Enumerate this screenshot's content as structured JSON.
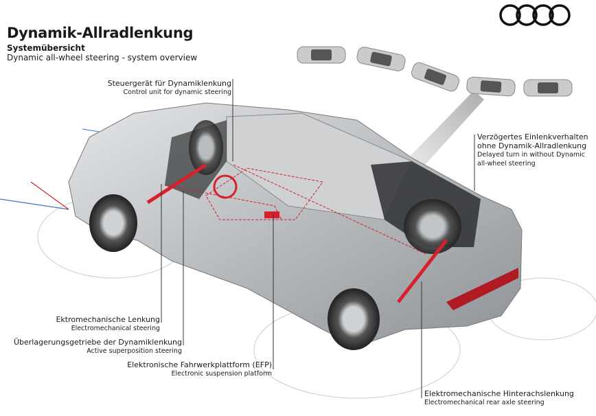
{
  "header": {
    "title": "Dynamik-Allradlenkung",
    "subtitle_de": "Systemübersicht",
    "subtitle_en": "Dynamic all-wheel steering - system overview"
  },
  "labels": {
    "control_unit": {
      "de": "Steuergerät für Dynamiklenkung",
      "en": "Control unit for dynamic steering"
    },
    "delayed_turn": {
      "de1": "Verzögertes Einlenkverhalten",
      "de2": "ohne Dynamik-Allradlenkung",
      "en1": "Delayed turn in without Dynamic",
      "en2": "all-wheel steering"
    },
    "em_steering": {
      "de": "Ektromechanische Lenkung",
      "en": "Electromechanical steering"
    },
    "superposition": {
      "de": "Überlagerungsgetriebe der Dynamiklenkung",
      "en": "Active superposition steering"
    },
    "efp": {
      "de": "Elektronische Fahrwerkplattform (EFP)",
      "en": "Electronic suspension platform"
    },
    "rear_axle": {
      "de": "Elektromechanische Hinterachslenkung",
      "en": "Electromechanical rear axle steering"
    }
  },
  "colors": {
    "accent": "#d7202a",
    "car": "#b9bcbf",
    "leader": "#333333",
    "blue_line": "#3b73c0"
  }
}
